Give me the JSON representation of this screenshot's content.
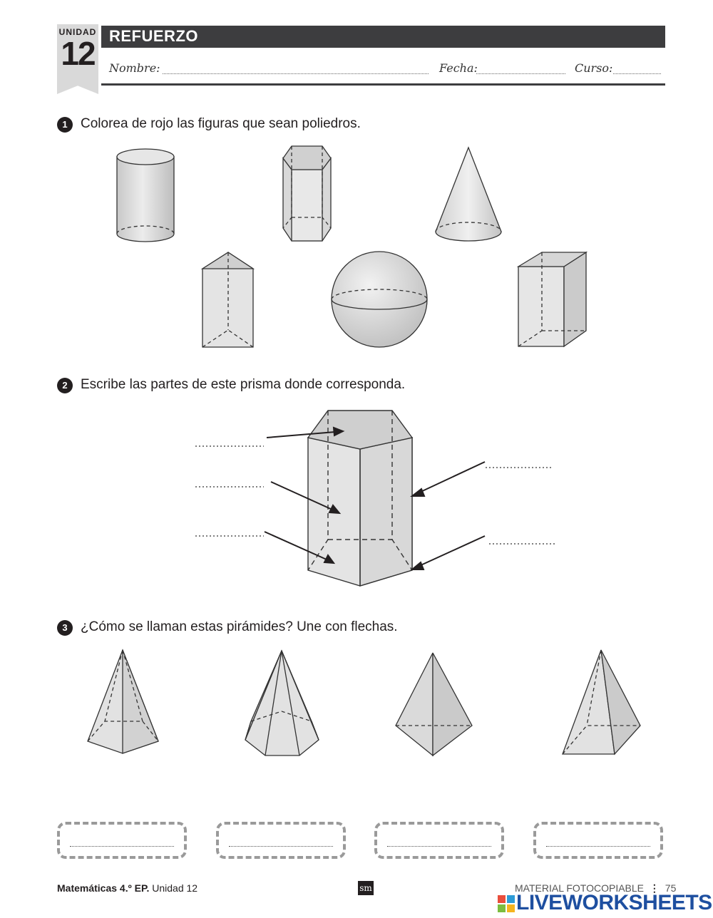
{
  "header": {
    "unit_word": "UNIDAD",
    "unit_number": "12",
    "title": "REFUERZO",
    "name_label": "Nombre:",
    "date_label": "Fecha:",
    "course_label": "Curso:"
  },
  "exercises": [
    {
      "number": "1",
      "text": "Colorea de rojo las figuras que sean poliedros."
    },
    {
      "number": "2",
      "text": "Escribe las partes de este prisma donde corresponda."
    },
    {
      "number": "3",
      "text": "¿Cómo se llaman estas pirámides? Une con flechas."
    }
  ],
  "footer": {
    "book_bold": "Matemáticas 4.º EP.",
    "book_unit": " Unidad 12",
    "publisher_logo": "sm",
    "material": "MATERIAL FOTOCOPIABLE",
    "page": "75",
    "watermark": "LIVEWORKSHEETS"
  },
  "colors": {
    "header_bar": "#3d3d3f",
    "unit_tab": "#d9d9d9",
    "shape_fill": "#e2e2e2",
    "watermark_blue": "#1e4fa0"
  }
}
